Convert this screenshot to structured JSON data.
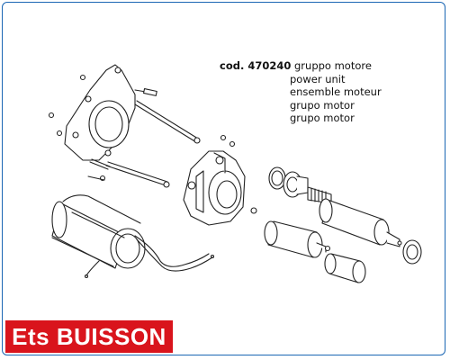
{
  "caption": {
    "code_label": "cod. 470240",
    "lines": [
      "gruppo motore",
      "power unit",
      "ensemble moteur",
      "grupo motor",
      "grupo motor"
    ]
  },
  "brand": {
    "label": "Ets BUISSON",
    "background": "#d9141c",
    "text_color": "#ffffff"
  },
  "frame_color": "#1c67b4"
}
